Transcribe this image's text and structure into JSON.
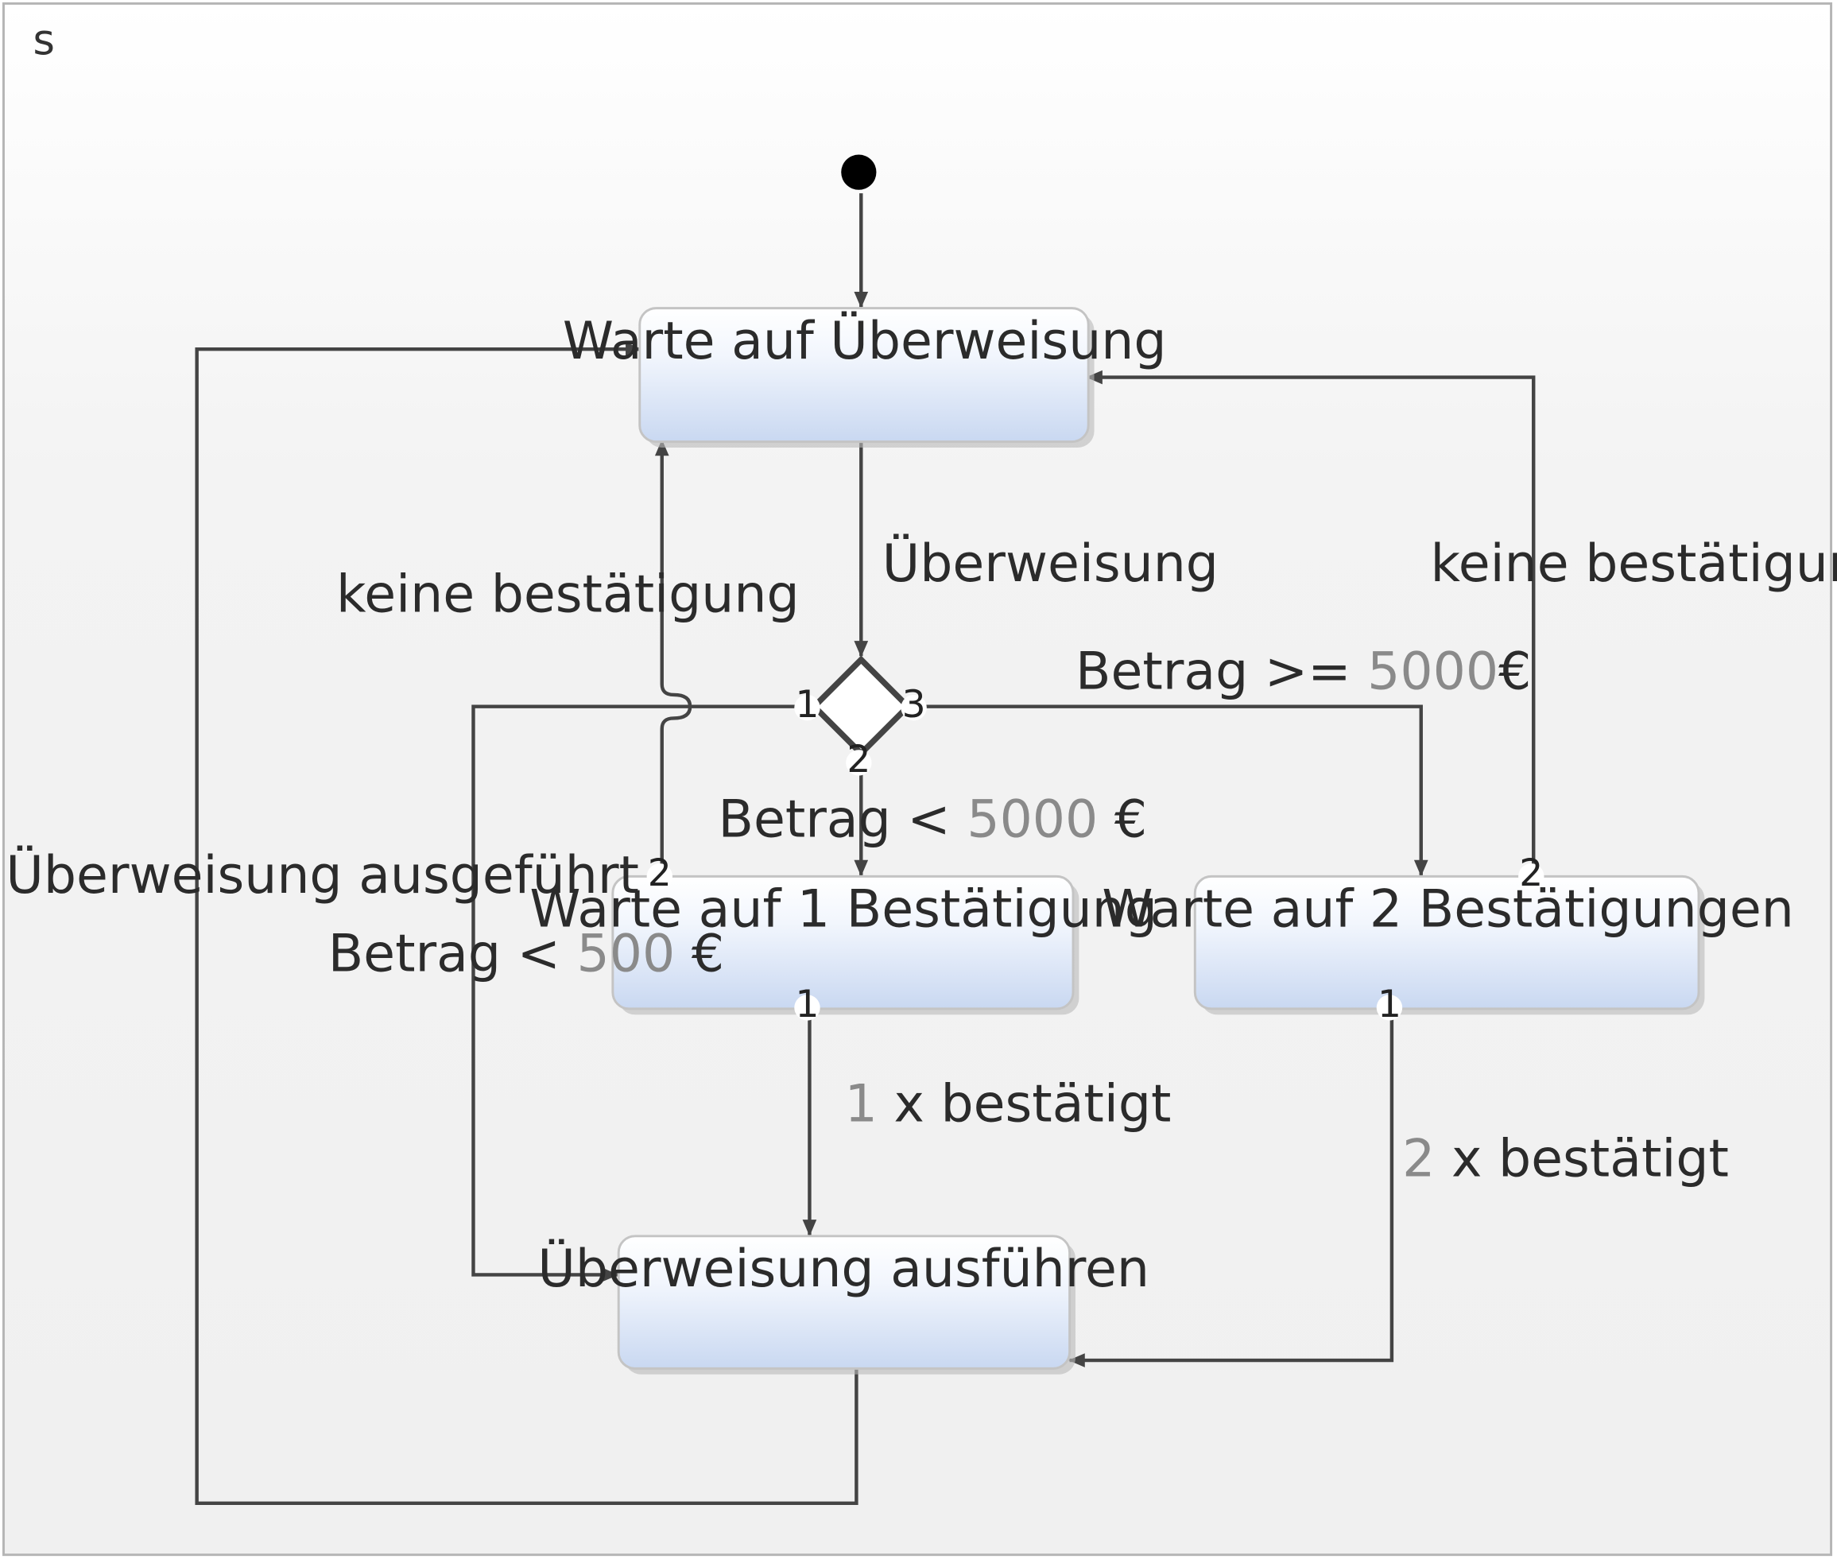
{
  "frame": {
    "label": "s"
  },
  "states": {
    "wait_transfer": "Warte auf Überweisung",
    "wait_one": "Warte auf 1 Bestätigung",
    "wait_two": "Warte auf 2 Bestätigungen",
    "execute": "Überweisung ausführen"
  },
  "transitions": {
    "transfer": {
      "text": "Überweisung"
    },
    "no_confirm_left": {
      "text": "keine bestätigung"
    },
    "no_confirm_right": {
      "text": "keine bestätigung"
    },
    "amount_ge_5000": {
      "pre": "Betrag >= ",
      "num": "5000",
      "post": "€"
    },
    "amount_lt_5000": {
      "pre": "Betrag < ",
      "num": "5000",
      "post": " €"
    },
    "amount_lt_500": {
      "pre": "Betrag < ",
      "num": "500",
      "post": " €"
    },
    "executed": {
      "text": "Überweisung ausgeführt"
    },
    "confirmed_once": {
      "num": "1",
      "post": " x bestätigt"
    },
    "confirmed_twice": {
      "num": "2",
      "post": " x bestätigt"
    }
  },
  "ports": {
    "decision_1": "1",
    "decision_2": "2",
    "decision_3": "3",
    "wait_one_in": "2",
    "wait_one_out": "1",
    "wait_two_in": "2",
    "wait_two_out": "1"
  },
  "colors": {
    "state_fill_top": "#ffffff",
    "state_fill_bottom": "#c9d8f1",
    "edge": "#444444",
    "number_gray": "#8a8a8a"
  }
}
